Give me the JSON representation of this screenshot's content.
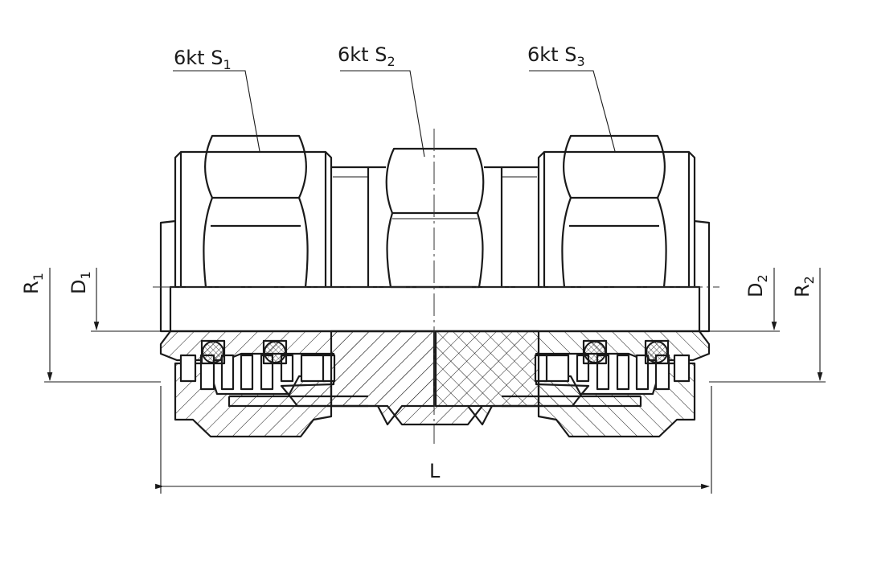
{
  "labels": {
    "hex1": {
      "main": "6kt S",
      "sub": "1"
    },
    "hex2": {
      "main": "6kt S",
      "sub": "2"
    },
    "hex3": {
      "main": "6kt S",
      "sub": "3"
    },
    "r1": {
      "main": "R",
      "sub": "1"
    },
    "d1": {
      "main": "D",
      "sub": "1"
    },
    "d2": {
      "main": "D",
      "sub": "2"
    },
    "r2": {
      "main": "R",
      "sub": "2"
    },
    "length": "L"
  }
}
